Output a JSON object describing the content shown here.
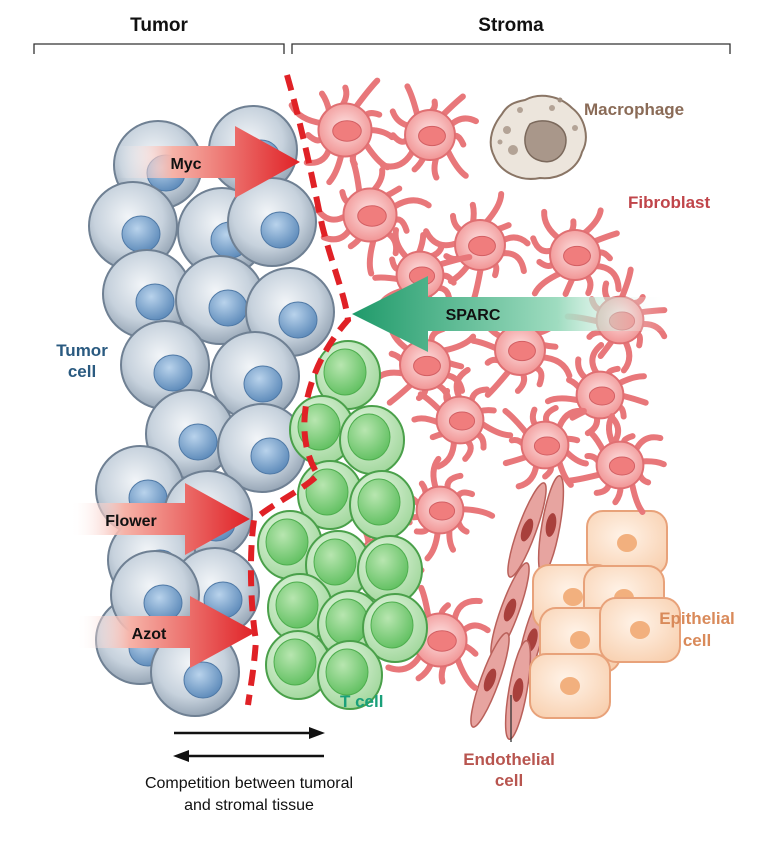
{
  "headers": {
    "tumor": "Tumor",
    "stroma": "Stroma"
  },
  "labels": {
    "tumor_cell_line1": "Tumor",
    "tumor_cell_line2": "cell",
    "macrophage": "Macrophage",
    "fibroblast": "Fibroblast",
    "t_cell": "T cell",
    "epithelial_line1": "Epithelial",
    "epithelial_line2": "cell",
    "endothelial_line1": "Endothelial",
    "endothelial_line2": "cell"
  },
  "arrows": {
    "myc": "Myc",
    "sparc": "SPARC",
    "flower": "Flower",
    "azot": "Azot"
  },
  "caption": {
    "line1": "Competition between tumoral",
    "line2": "and stromal tissue"
  },
  "colors": {
    "tumor_text": "#2a5a80",
    "macrophage_text": "#8a6b57",
    "fibroblast_text": "#c0454a",
    "tcell_text": "#1aa07a",
    "epithelial_text": "#d98a5a",
    "endothelial_text": "#b8554f",
    "red_arrow": "#e02126",
    "green_arrow": "#1f9a6a"
  }
}
